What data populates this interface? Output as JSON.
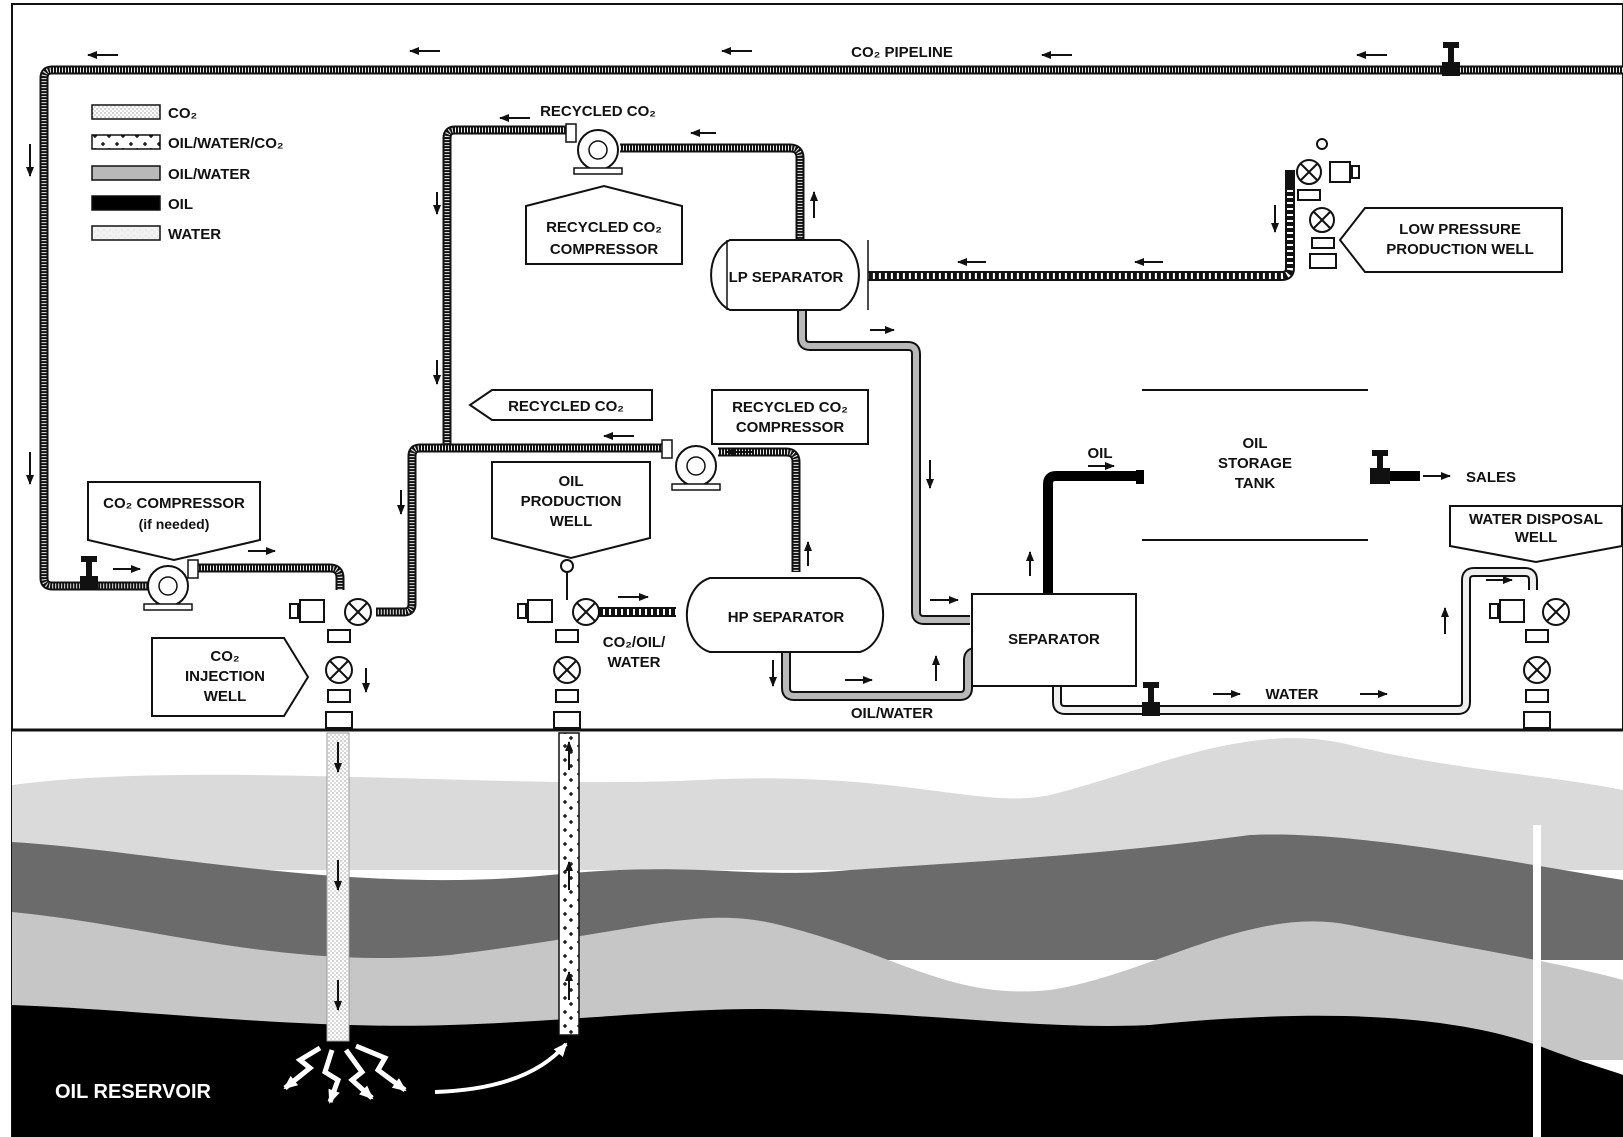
{
  "header_caption": "",
  "legend": [
    {
      "key": "co2",
      "label": "CO₂",
      "sample": "co2"
    },
    {
      "key": "mix",
      "label": "OIL/WATER/CO₂",
      "sample": "mix"
    },
    {
      "key": "oilwater",
      "label": "OIL/WATER",
      "sample": "oilwater"
    },
    {
      "key": "oil",
      "label": "OIL",
      "sample": "oil"
    },
    {
      "key": "water",
      "label": "WATER",
      "sample": "water"
    }
  ],
  "labels": {
    "co2_pipeline": "CO₂ PIPELINE",
    "recycled_co2_top": "RECYCLED CO₂",
    "recycled_co2_compressor_top_1": "RECYCLED CO₂",
    "recycled_co2_compressor_top_2": "COMPRESSOR",
    "lp_separator": "LP SEPARATOR",
    "low_pressure_well_1": "LOW PRESSURE",
    "low_pressure_well_2": "PRODUCTION WELL",
    "recycled_co2_mid": "RECYCLED CO₂",
    "recycled_co2_compressor_mid_1": "RECYCLED CO₂",
    "recycled_co2_compressor_mid_2": "COMPRESSOR",
    "oil_production_well_1": "OIL",
    "oil_production_well_2": "PRODUCTION",
    "oil_production_well_3": "WELL",
    "co2_compressor_1": "CO₂ COMPRESSOR",
    "co2_compressor_2": "(if needed)",
    "hp_separator": "HP SEPARATOR",
    "co2_oil_water_1": "CO₂/OIL/",
    "co2_oil_water_2": "WATER",
    "co2_injection_well_1": "CO₂",
    "co2_injection_well_2": "INJECTION",
    "co2_injection_well_3": "WELL",
    "separator": "SEPARATOR",
    "oil": "OIL",
    "oil_storage_tank_1": "OIL",
    "oil_storage_tank_2": "STORAGE",
    "oil_storage_tank_3": "TANK",
    "sales": "SALES",
    "water_disposal_well_1": "WATER DISPOSAL",
    "water_disposal_well_2": "WELL",
    "water": "WATER",
    "oil_water": "OIL/WATER",
    "oil_reservoir": "OIL RESERVOIR"
  },
  "colors": {
    "stroke": "#111111",
    "oilwater_fill": "#b9b9b9",
    "oil_fill": "#000000",
    "layer_light": "#d6d6d6",
    "layer_mid": "#c4c4c4",
    "layer_dark": "#6b6b6b",
    "reservoir": "#000000"
  }
}
